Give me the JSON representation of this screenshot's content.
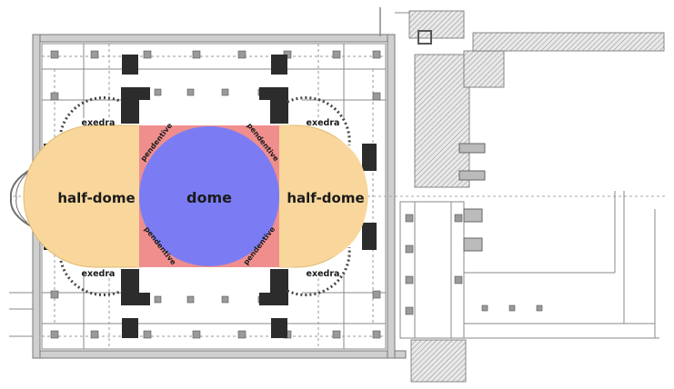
{
  "labels": {
    "dome": "dome",
    "half_dome_left": "half-dome",
    "half_dome_right": "half-dome",
    "exedra_top_left": "exedra",
    "exedra_top_right": "exedra",
    "exedra_bottom_left": "exedra",
    "exedra_bottom_right": "exedra",
    "pendentive_tl": "pendentive",
    "pendentive_tr": "pendentive",
    "pendentive_bl": "pendentive",
    "pendentive_br": "pendentive"
  },
  "colors": {
    "dome": "#7b7cf3",
    "half_dome": "#f9d79c",
    "pendentive_square": "#f08e8e",
    "walls": "#cfcfcf",
    "piers": "#2c2c2c"
  }
}
